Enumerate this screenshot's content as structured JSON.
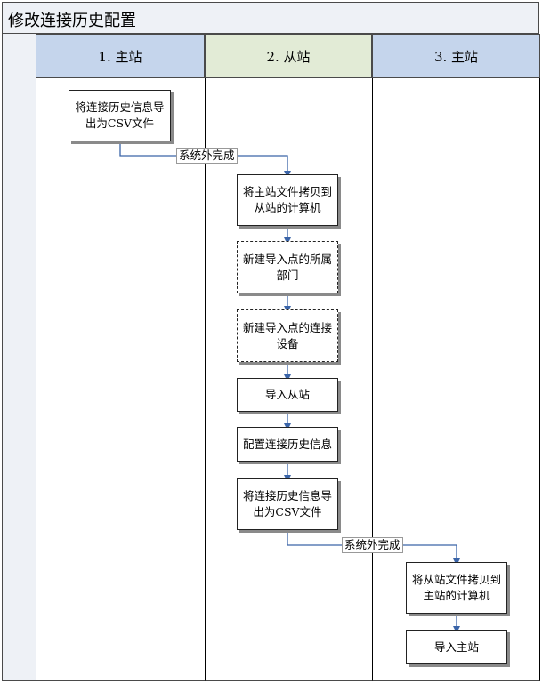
{
  "title": "修改连接历史配置",
  "lanes": [
    {
      "label": "1. 主站",
      "color": "#c5d5ec"
    },
    {
      "label": "2. 从站",
      "color": "#e2ebd6"
    },
    {
      "label": "3. 主站",
      "color": "#c5d5ec"
    }
  ],
  "steps": {
    "export_master": {
      "line1": "将连接历史信息导",
      "line2": "出为CSV文件"
    },
    "copy_to_slave": {
      "line1": "将主站文件拷贝到",
      "line2": "从站的计算机"
    },
    "new_dept": {
      "line1": "新建导入点的所属",
      "line2": "部门"
    },
    "new_device": {
      "line1": "新建导入点的连接",
      "line2": "设备"
    },
    "import_slave": {
      "line1": "导入从站"
    },
    "config_history": {
      "line1": "配置连接历史信息"
    },
    "export_slave": {
      "line1": "将连接历史信息导",
      "line2": "出为CSV文件"
    },
    "copy_to_master": {
      "line1": "将从站文件拷贝到",
      "line2": "主站的计算机"
    },
    "import_master": {
      "line1": "导入主站"
    }
  },
  "connector_labels": {
    "outside_1": "系统外完成",
    "outside_2": "系统外完成"
  },
  "colors": {
    "arrow": "#3a64a8",
    "border": "#222222",
    "shadow": "#8a8a8a"
  }
}
